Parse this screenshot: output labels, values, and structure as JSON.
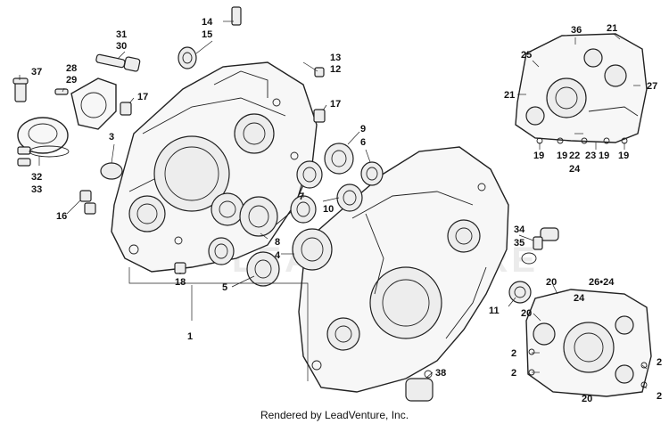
{
  "diagram": {
    "footer": "Rendered by LeadVenture, Inc.",
    "watermark": "LEADVENTURE",
    "callouts": {
      "c37": "37",
      "c28": "28",
      "c29": "29",
      "c31": "31",
      "c30": "30",
      "c14": "14",
      "c15": "15",
      "c13": "13",
      "c12": "12",
      "c17a": "17",
      "c17b": "17",
      "c3": "3",
      "c32": "32",
      "c33": "33",
      "c16": "16",
      "c18": "18",
      "c1": "1",
      "c5": "5",
      "c8": "8",
      "c4": "4",
      "c7": "7",
      "c10": "10",
      "c9": "9",
      "c6": "6",
      "c34": "34",
      "c35": "35",
      "c11": "11",
      "c38": "38",
      "r36": "36",
      "r21a": "21",
      "r25": "25",
      "r21b": "21",
      "r27": "27",
      "r19a": "19",
      "r19b": "19",
      "r22": "22",
      "r23": "23",
      "r19c": "19",
      "r19d": "19",
      "r24": "24",
      "b20a": "20",
      "b2624": "26•24",
      "b20b": "20",
      "b24": "24",
      "b2a": "2",
      "b2b": "2",
      "b2c": "2",
      "b2d": "2",
      "b20c": "20"
    }
  }
}
